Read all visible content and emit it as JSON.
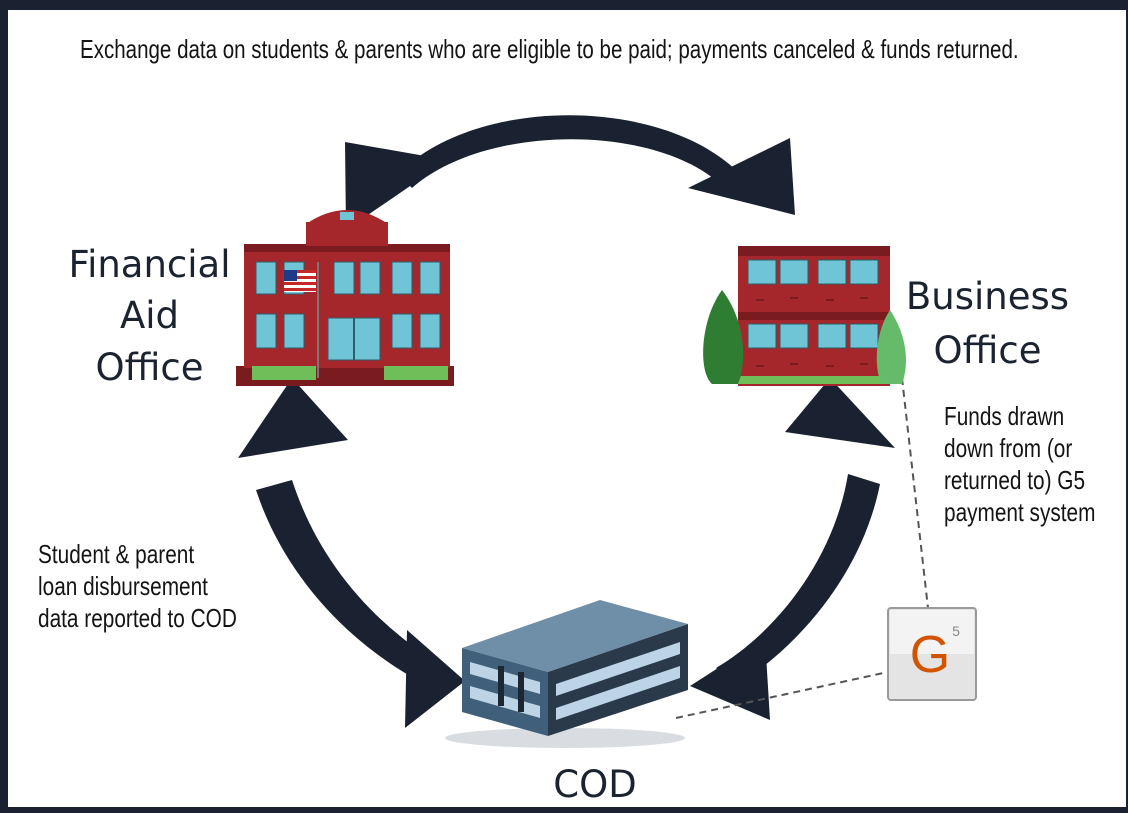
{
  "top_caption": "Exchange data on students & parents who are eligible to be paid; payments canceled & funds returned.",
  "nodes": {
    "financial_aid_office": {
      "lines": [
        "Financial",
        "Aid",
        "Office"
      ]
    },
    "business_office": {
      "lines": [
        "Business",
        "Office"
      ]
    },
    "cod": {
      "label": "COD"
    }
  },
  "annotations": {
    "g5_funds": [
      "Funds drawn",
      "down from (or",
      "returned to) G5",
      "payment system"
    ],
    "cod_reporting": [
      "Student & parent",
      "loan disbursement",
      "data reported to COD"
    ]
  },
  "g5_icon_letter": "G",
  "g5_icon_superscript": "5",
  "colors": {
    "arrow": "#1a2130",
    "frame": "#1a2130",
    "brick": "#a5272b",
    "window": "#6fc4d6",
    "tree": "#2e7d32",
    "cod_building": "#6f8ea8",
    "g5_letter": "#d35400"
  }
}
